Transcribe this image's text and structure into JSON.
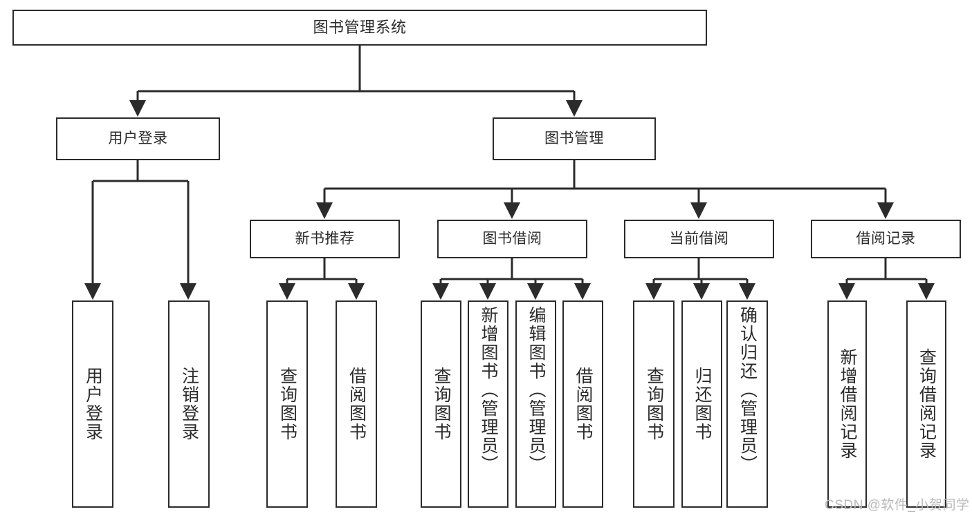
{
  "diagram": {
    "type": "tree-hierarchy-chart",
    "title": "图书管理系统",
    "line_color": "#2b2b2b",
    "box_fill": "#ffffff",
    "text_color": "#2b2b2b",
    "levels": {
      "root": {
        "label": "图书管理系统"
      },
      "level1": [
        {
          "label": "用户登录"
        },
        {
          "label": "图书管理"
        }
      ],
      "level2": [
        {
          "label": "新书推荐"
        },
        {
          "label": "图书借阅"
        },
        {
          "label": "当前借阅"
        },
        {
          "label": "借阅记录"
        }
      ],
      "level3": [
        {
          "label": "用户登录",
          "parent": "用户登录"
        },
        {
          "label": "注销登录",
          "parent": "用户登录"
        },
        {
          "label": "查询图书",
          "parent": "新书推荐"
        },
        {
          "label": "借阅图书",
          "parent": "新书推荐"
        },
        {
          "label": "查询图书",
          "parent": "图书借阅"
        },
        {
          "label": "新增图书（管理员）",
          "parent": "图书借阅"
        },
        {
          "label": "编辑图书（管理员）",
          "parent": "图书借阅"
        },
        {
          "label": "借阅图书",
          "parent": "图书借阅"
        },
        {
          "label": "查询图书",
          "parent": "当前借阅"
        },
        {
          "label": "归还图书",
          "parent": "当前借阅"
        },
        {
          "label": "确认归还（管理员）",
          "parent": "当前借阅"
        },
        {
          "label": "新增借阅记录",
          "parent": "借阅记录"
        },
        {
          "label": "查询借阅记录",
          "parent": "借阅记录"
        }
      ]
    }
  },
  "watermark": {
    "text": "CSDN @软件_小贺同学",
    "color": "#b9b9b9"
  }
}
